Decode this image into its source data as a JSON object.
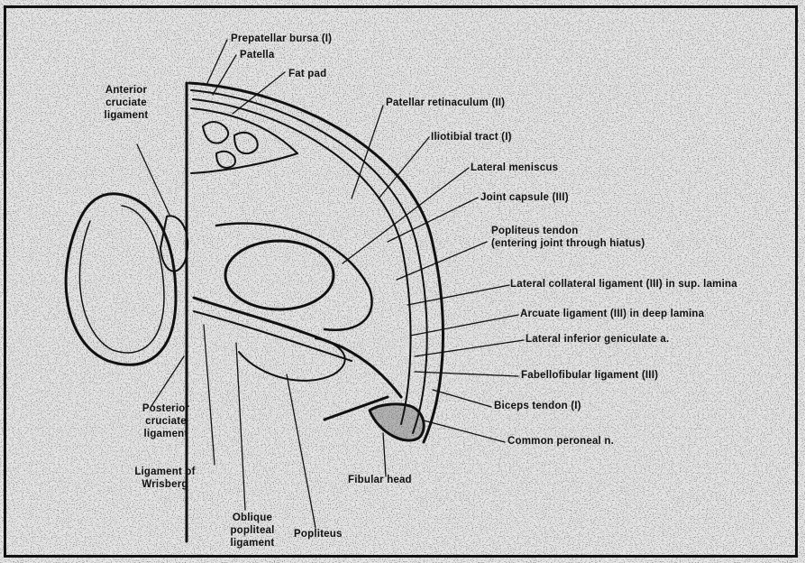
{
  "labels": {
    "prepatellar_bursa": "Prepatellar bursa (I)",
    "patella": "Patella",
    "fat_pad": "Fat pad",
    "anterior_cruciate_1": "Anterior",
    "anterior_cruciate_2": "cruciate",
    "anterior_cruciate_3": "ligament",
    "patellar_retinaculum": "Patellar retinaculum (II)",
    "iliotibial_tract": "Iliotibial tract (I)",
    "lateral_meniscus": "Lateral meniscus",
    "joint_capsule": "Joint capsule (III)",
    "popliteus_tendon_1": "Popliteus tendon",
    "popliteus_tendon_2": "(entering joint through hiatus)",
    "lateral_collateral": "Lateral collateral ligament (III) in sup. lamina",
    "arcuate_ligament": "Arcuate ligament (III) in deep lamina",
    "lateral_inferior_geniculate": "Lateral inferior geniculate a.",
    "fabellofibular": "Fabellofibular ligament (III)",
    "biceps_tendon": "Biceps tendon (I)",
    "common_peroneal": "Common peroneal n.",
    "fibular_head": "Fibular head",
    "posterior_cruciate_1": "Posterior",
    "posterior_cruciate_2": "cruciate",
    "posterior_cruciate_3": "ligament",
    "ligament_wrisberg_1": "Ligament of",
    "ligament_wrisberg_2": "Wrisberg",
    "oblique_popliteal_1": "Oblique",
    "oblique_popliteal_2": "popliteal",
    "oblique_popliteal_3": "ligament",
    "popliteus": "Popliteus"
  },
  "colors": {
    "ink": "#111111",
    "paper": "#e9e9e9"
  }
}
